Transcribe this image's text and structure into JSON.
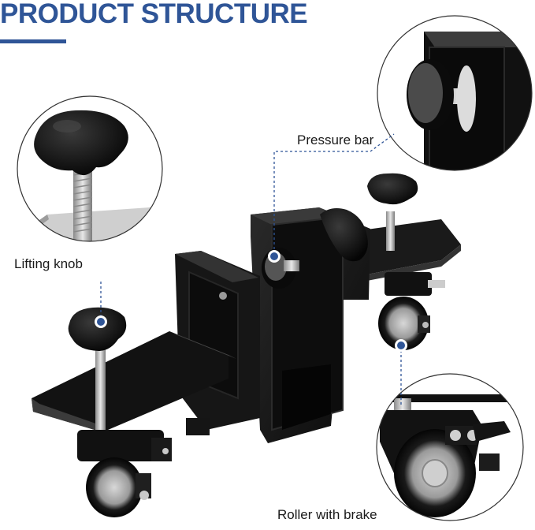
{
  "title": "PRODUCT STRUCTURE",
  "callouts": {
    "lifting_knob": "Lifting knob",
    "pressure_bar": "Pressure bar",
    "roller_with_brake": "Roller with brake"
  },
  "colors": {
    "title": "#2f5597",
    "callout_dot": "#2f5597",
    "callout_line": "#2f5597",
    "metal": "#111111",
    "circle_border": "#333333"
  }
}
